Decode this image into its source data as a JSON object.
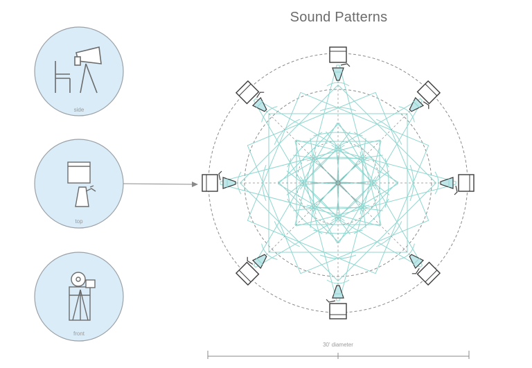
{
  "title": "Sound Patterns",
  "views": [
    {
      "id": "side",
      "label": "side"
    },
    {
      "id": "top",
      "label": "top"
    },
    {
      "id": "front",
      "label": "front"
    }
  ],
  "dimension": {
    "label": "30' diameter"
  },
  "speakers": {
    "count": 8
  },
  "colors": {
    "circle_fill": "#d9ecf8",
    "circle_stroke": "#9aa0a6",
    "pattern": "#8fd6cf",
    "cone_fill": "#bfe6e8",
    "line": "#3b3b3b",
    "dashed": "#8a8a8a",
    "text": "#6b6b6b"
  },
  "icons": [
    "chair-icon",
    "speaker-on-stand-icon",
    "speaker-top-icon",
    "speaker-front-icon",
    "arrow-icon"
  ]
}
